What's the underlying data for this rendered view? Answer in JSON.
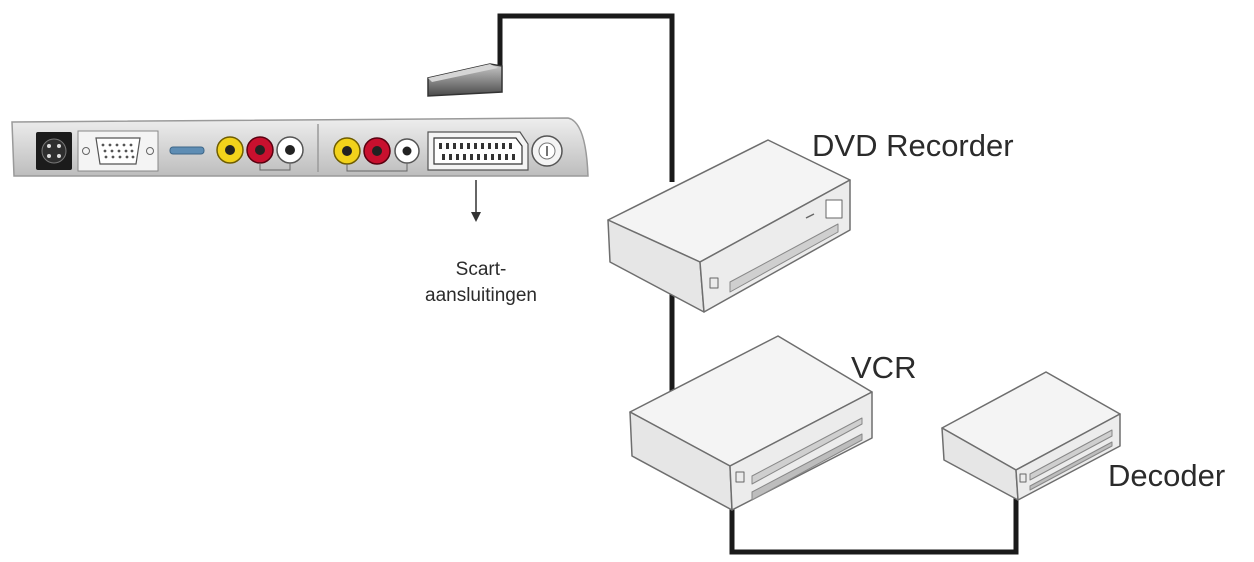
{
  "labels": {
    "dvd_recorder": "DVD Recorder",
    "vcr": "VCR",
    "decoder": "Decoder",
    "scart_line1": "Scart-",
    "scart_line2": "aansluitingen"
  },
  "colors": {
    "cable": "#1a1a1a",
    "device_body": "#f1f1f1",
    "device_outline": "#7a7a7a",
    "panel": "#d9d9d9",
    "rca_yellow": "#f2d21b",
    "rca_red": "#c8102e",
    "rca_white": "#ffffff"
  }
}
